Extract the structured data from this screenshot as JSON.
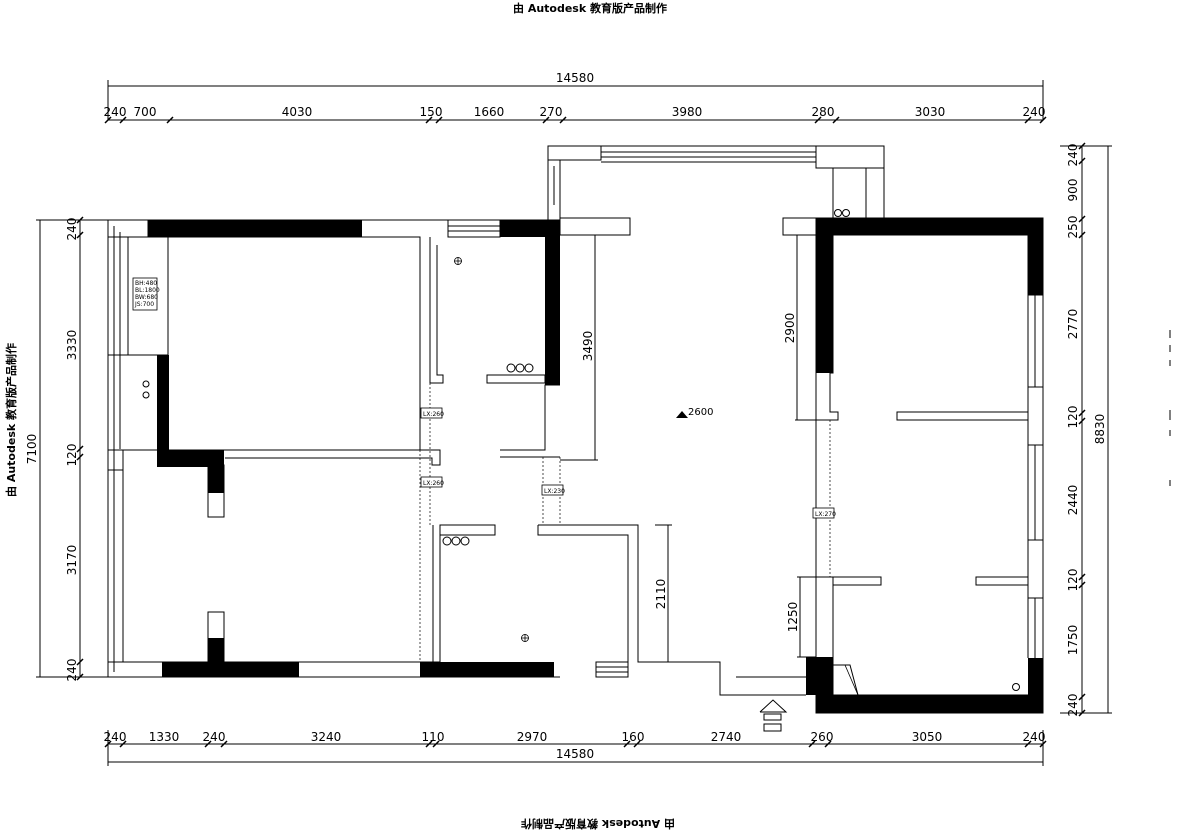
{
  "watermark": {
    "text": "由 Autodesk 教育版产品制作",
    "top_partial": "由 Autodesk 教育版产品制作"
  },
  "dimensions": {
    "top_total": "14580",
    "top": [
      "240",
      "700",
      "4030",
      "150",
      "1660",
      "270",
      "3980",
      "280",
      "3030",
      "240"
    ],
    "bottom_total": "14580",
    "bottom": [
      "240",
      "1330",
      "240",
      "3240",
      "110",
      "2970",
      "160",
      "2740",
      "260",
      "3050",
      "240"
    ],
    "left_total": "7100",
    "left": [
      "240",
      "3330",
      "120",
      "3170",
      "240"
    ],
    "right_total": "8830",
    "right": [
      "240",
      "900",
      "250",
      "2770",
      "120",
      "2440",
      "120",
      "1750",
      "240"
    ],
    "interior": {
      "d3490": "3490",
      "d2900": "2900",
      "d2110": "2110",
      "d1250": "1250"
    }
  },
  "labels": {
    "elevation": "2600",
    "cabinet_tag": [
      "BH:480",
      "BL:1800",
      "BW:680",
      "JS:700"
    ],
    "beam_tags": [
      "LX:260",
      "LX:260",
      "LX:230",
      "LX:270"
    ]
  }
}
